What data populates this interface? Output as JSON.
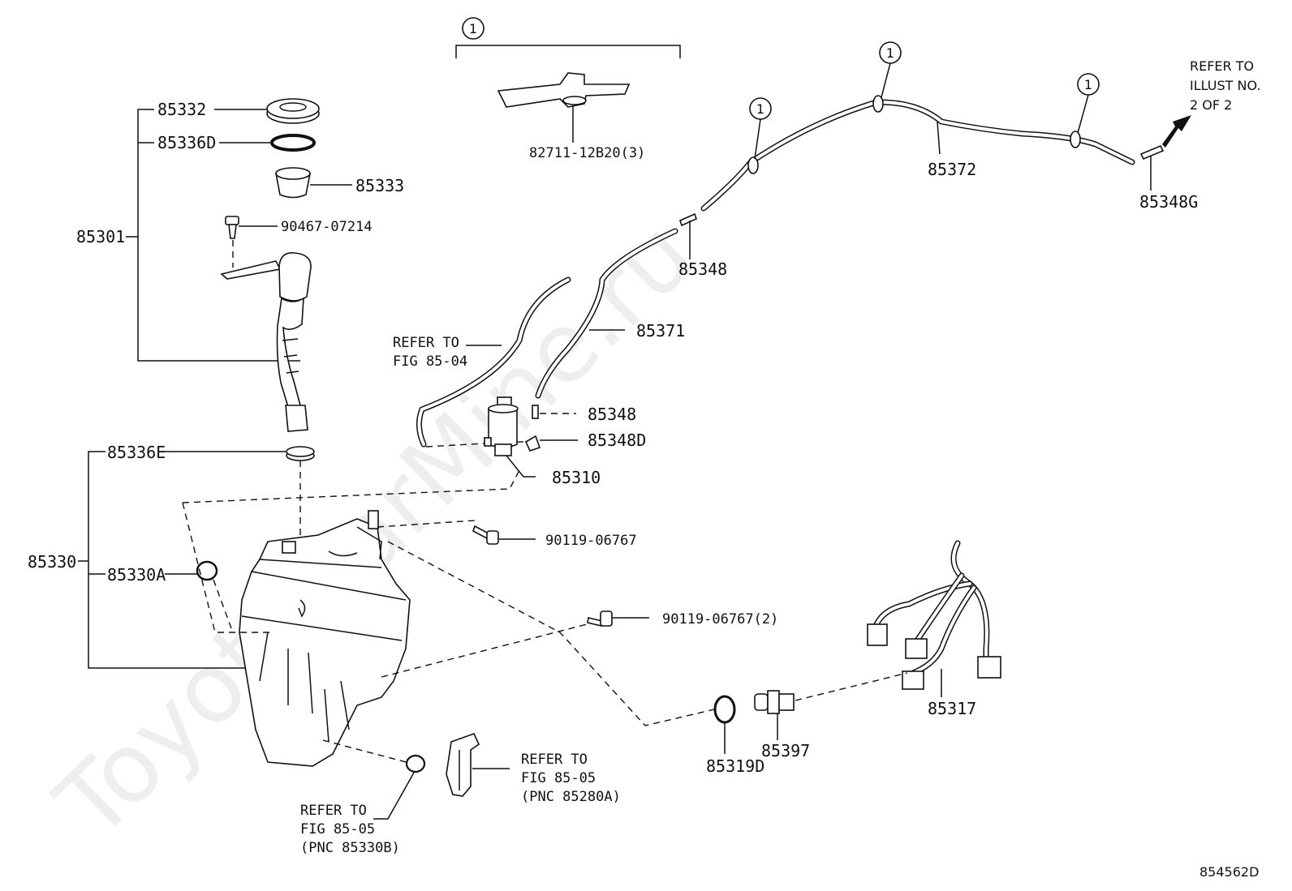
{
  "watermark": "ToyotaCarMine.ru",
  "illustration_id": "854562D",
  "callout_symbol": "1",
  "callouts": {
    "c1": "85332",
    "c2": "85336D",
    "c3": "85333",
    "c4": "90467-07214",
    "c5": "85301",
    "c6": "82711-12B20(3)",
    "c7": "85372",
    "c8": "85348G",
    "c9": "85348",
    "c10": "85371",
    "c11": "85348",
    "c12": "85348D",
    "c13": "85310",
    "c14": "85336E",
    "c15": "85330",
    "c16": "85330A",
    "c17": "90119-06767",
    "c18": "90119-06767(2)",
    "c19": "85317",
    "c20": "85397",
    "c21": "85319D"
  },
  "refer_notes": {
    "illust": [
      "REFER TO",
      "ILLUST NO.",
      "2 OF 2"
    ],
    "fig_85_04": [
      "REFER TO",
      "FIG 85-04"
    ],
    "fig_85_05_a": [
      "REFER TO",
      "FIG 85-05",
      "(PNC 85280A)"
    ],
    "fig_85_05_b": [
      "REFER TO",
      "FIG 85-05",
      "(PNC 85330B)"
    ]
  }
}
